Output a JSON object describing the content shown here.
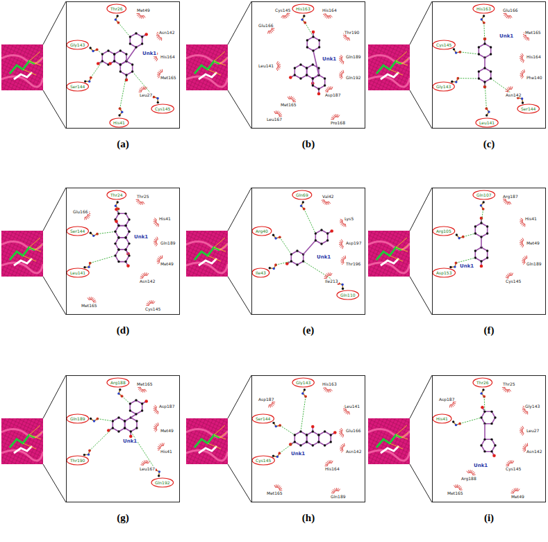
{
  "diagram": {
    "nodes": [
      {
        "text": [
          "Unk1",
          "Thr26",
          "Gly143",
          "Ser144",
          "Cys145",
          "His41",
          "Met49",
          "Asn142",
          "His164",
          "Met165",
          "Leu27"
        ]
      },
      {
        "text": [
          "Unk1",
          "His163",
          "His164",
          "Thr190",
          "Gln189",
          "Gln192",
          "Asp187",
          "Leu167",
          "Pro168",
          "Glu166",
          "Met165",
          "Leu141",
          "Cys145"
        ]
      },
      {
        "text": [
          "Unk1",
          "His163",
          "Cys145",
          "Gly143",
          "Ser144",
          "Leu141",
          "Glu166",
          "Met165",
          "His164",
          "Phe140",
          "Asn142"
        ]
      },
      {
        "text": [
          "Unk1",
          "Thr24",
          "Ser144",
          "Leu141",
          "Thr25",
          "His41",
          "Gln189",
          "Met49",
          "Asn142",
          "Met165",
          "Cys145",
          "Glu166"
        ]
      },
      {
        "text": [
          "Unk1",
          "Gln69",
          "Arg40",
          "Ile43",
          "Gln110",
          "Val42",
          "Lys5",
          "Asp197",
          "Thr196",
          "Ile213"
        ]
      },
      {
        "text": [
          "Unk1",
          "Gln107",
          "Arg105",
          "Asp153",
          "Arg187",
          "His41",
          "Met49",
          "Gln189",
          "Cys145"
        ]
      },
      {
        "text": [
          "Unk1",
          "Arg188",
          "Gln189",
          "Thr190",
          "Gln192",
          "Met165",
          "Asp187",
          "Met49",
          "His41",
          "Leu167"
        ]
      },
      {
        "text": [
          "Unk1",
          "Gly143",
          "Ser144",
          "Cys145",
          "His163",
          "Leu141",
          "Glu166",
          "Asn142",
          "His164",
          "Met165",
          "Gln189",
          "Asp187"
        ]
      },
      {
        "text": [
          "Unk1",
          "Thr26",
          "His41",
          "Thr25",
          "Gly143",
          "Leu27",
          "Asn142",
          "Cys145",
          "Met165",
          "Met49",
          "Asp187",
          "Arg188"
        ]
      }
    ],
    "labels": [
      "(a)",
      "(b)",
      "(c)",
      "(d)",
      "(e)",
      "(f)",
      "(g)",
      "(h)",
      "(i)"
    ]
  }
}
